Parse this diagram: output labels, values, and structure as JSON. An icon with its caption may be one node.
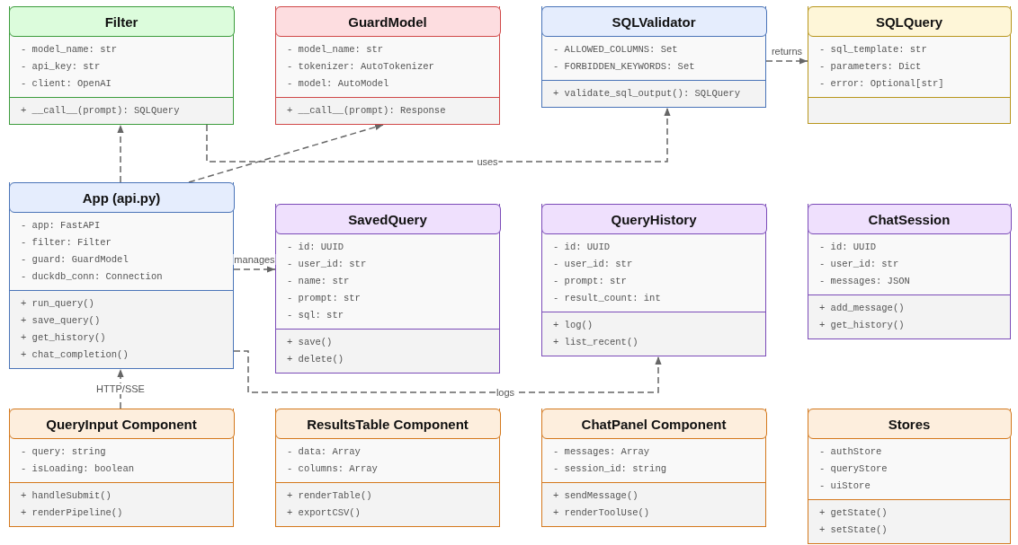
{
  "diagram": {
    "nodes": [
      {
        "text": [
          "Filter",
          "- model_name: str",
          "- api_key: str",
          "- client: OpenAI",
          "+ __call__(prompt): SQLQuery"
        ]
      },
      {
        "text": [
          "GuardModel",
          "- model_name: str",
          "- tokenizer: AutoTokenizer",
          "- model: AutoModel",
          "+ __call__(prompt): Response"
        ]
      },
      {
        "text": [
          "SQLValidator",
          "- ALLOWED_COLUMNS: Set",
          "- FORBIDDEN_KEYWORDS: Set",
          "+ validate_sql_output(): SQLQuery"
        ]
      },
      {
        "text": [
          "SQLQuery",
          "- sql_template: str",
          "- parameters: Dict",
          "- error: Optional[str]"
        ]
      },
      {
        "text": [
          "App (api.py)",
          "- app: FastAPI",
          "- filter: Filter",
          "- guard: GuardModel",
          "- duckdb_conn: Connection",
          "+ run_query()",
          "+ save_query()",
          "+ get_history()",
          "+ chat_completion()"
        ]
      },
      {
        "text": [
          "SavedQuery",
          "- id: UUID",
          "- user_id: str",
          "- name: str",
          "- prompt: str",
          "- sql: str",
          "+ save()",
          "+ delete()"
        ]
      },
      {
        "text": [
          "QueryHistory",
          "- id: UUID",
          "- user_id: str",
          "- prompt: str",
          "- result_count: int",
          "+ log()",
          "+ list_recent()"
        ]
      },
      {
        "text": [
          "ChatSession",
          "- id: UUID",
          "- user_id: str",
          "- messages: JSON",
          "+ add_message()",
          "+ get_history()"
        ]
      },
      {
        "text": [
          "QueryInput Component",
          "- query: string",
          "- isLoading: boolean",
          "+ handleSubmit()",
          "+ renderPipeline()"
        ]
      },
      {
        "text": [
          "ResultsTable Component",
          "- data: Array",
          "- columns: Array",
          "+ renderTable()",
          "+ exportCSV()"
        ]
      },
      {
        "text": [
          "ChatPanel Component",
          "- messages: Array",
          "- session_id: string",
          "+ sendMessage()",
          "+ renderToolUse()"
        ]
      },
      {
        "text": [
          "Stores",
          "- authStore",
          "- queryStore",
          "- uiStore",
          "+ getState()",
          "+ setState()"
        ]
      }
    ],
    "edges": [
      {
        "from": 0,
        "to": 2,
        "arrow": "to",
        "label": "uses",
        "style": "dashed"
      },
      {
        "from": 2,
        "to": 3,
        "arrow": "to",
        "label": "returns",
        "style": "dashed"
      },
      {
        "from": 4,
        "to": 0,
        "arrow": "to",
        "style": "dashed"
      },
      {
        "from": 4,
        "to": 1,
        "arrow": "to",
        "style": "dashed"
      },
      {
        "from": 4,
        "to": 5,
        "arrow": "to",
        "label": "manages",
        "style": "dashed"
      },
      {
        "from": 4,
        "to": 6,
        "arrow": "to",
        "label": "logs",
        "style": "dashed"
      },
      {
        "from": 8,
        "to": 4,
        "arrow": "to",
        "label": "HTTP/SSE",
        "style": "dashed"
      }
    ]
  }
}
